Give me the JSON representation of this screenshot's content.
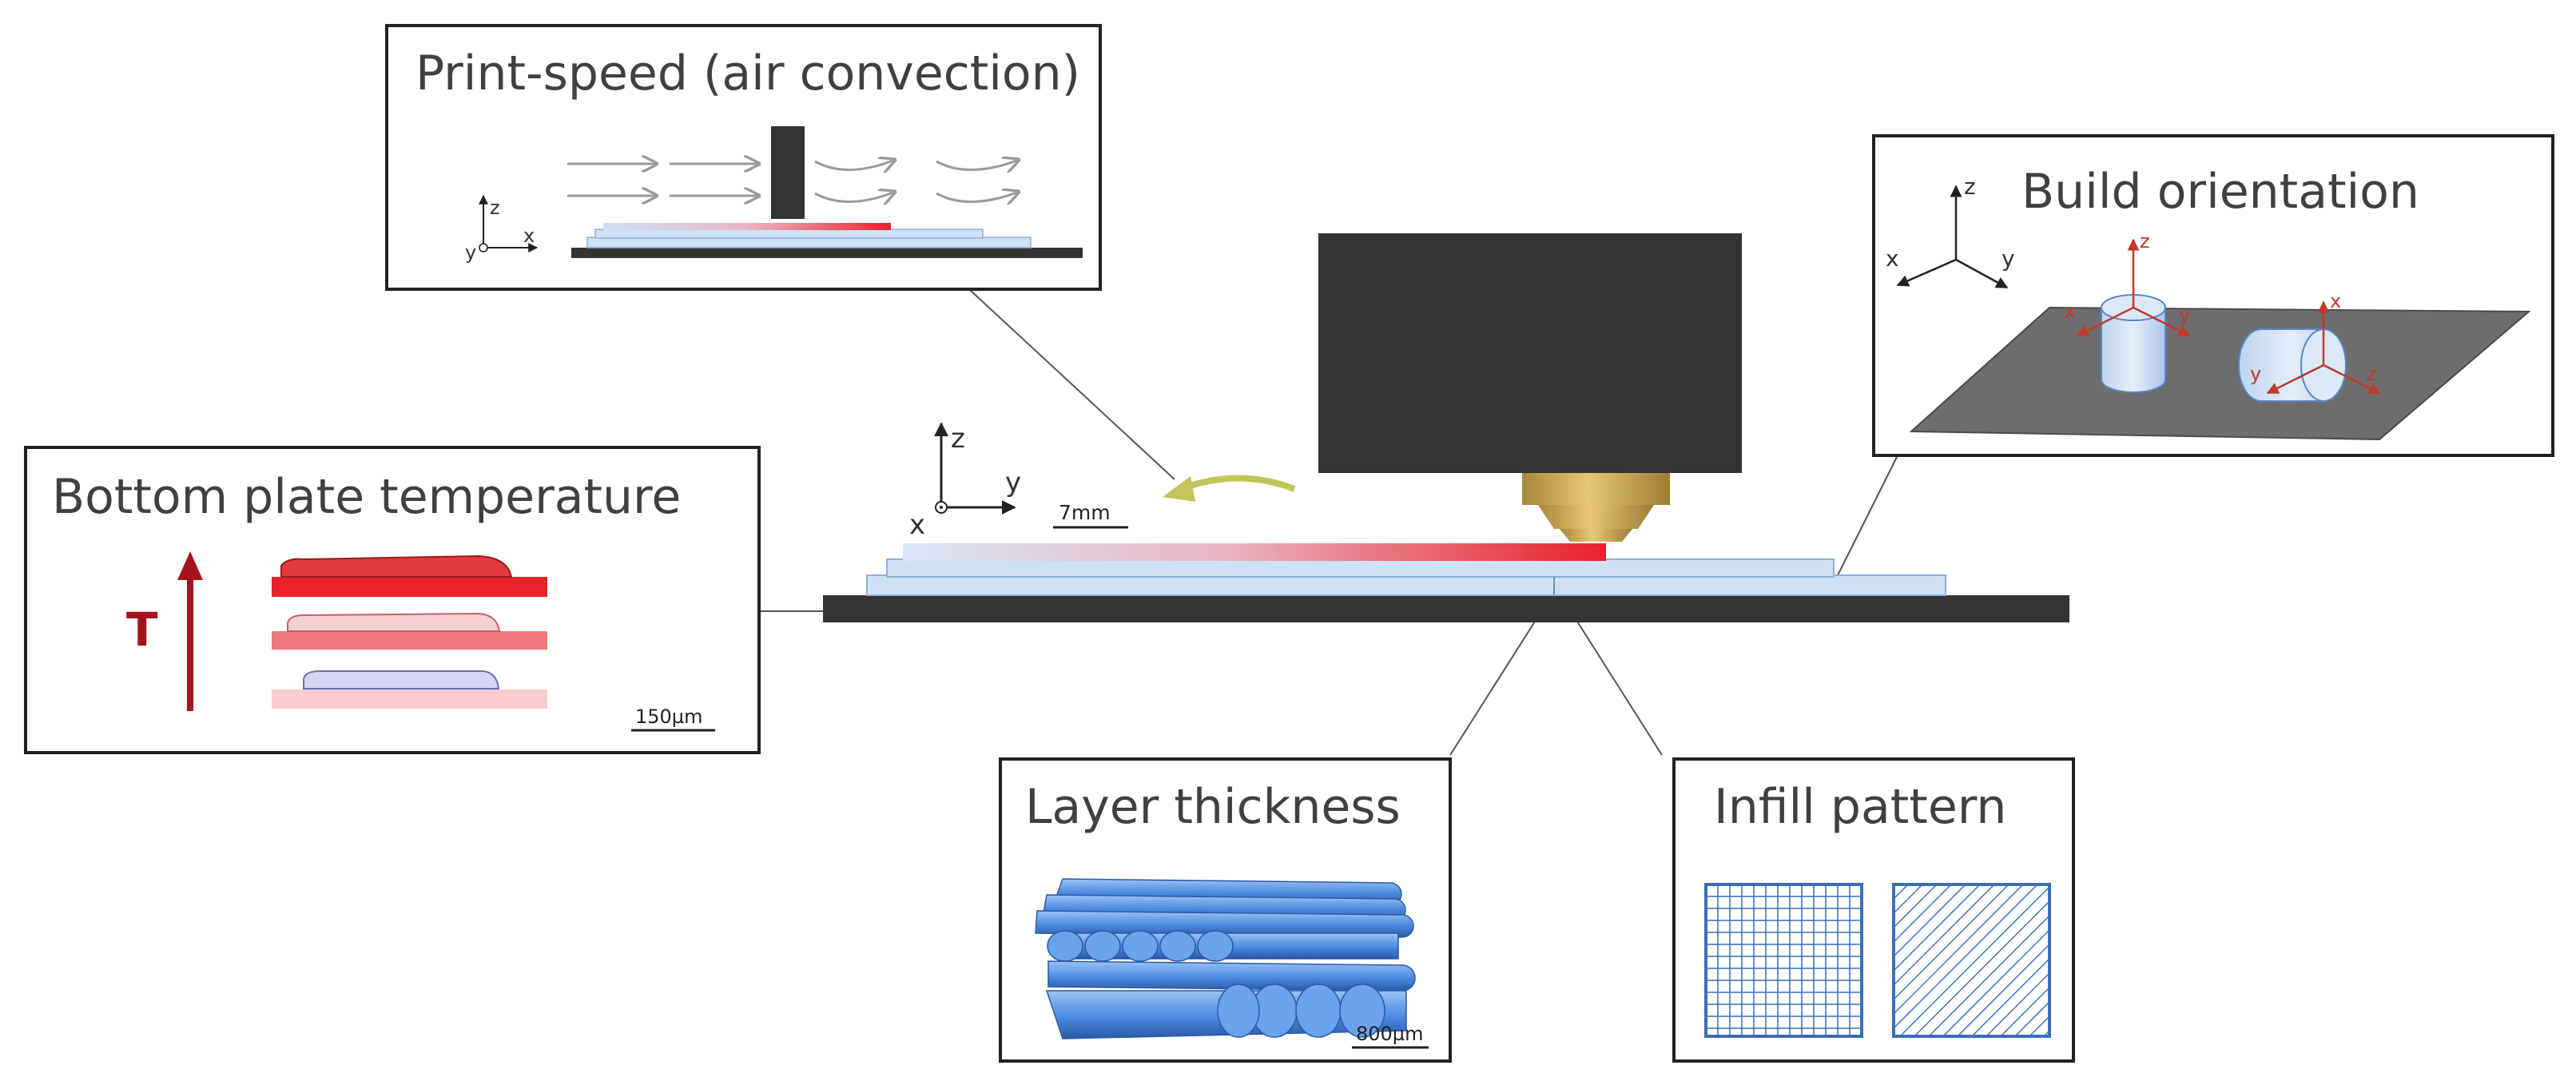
{
  "panels": {
    "print_speed": {
      "title": "Print-speed (air convection)"
    },
    "build_orientation": {
      "title": "Build orientation"
    },
    "bottom_plate": {
      "title": "Bottom plate temperature",
      "symbol": "T",
      "scale_label": "150µm"
    },
    "layer_thickness": {
      "title": "Layer thickness",
      "scale_label": "800µm"
    },
    "infill": {
      "title": "Infill pattern"
    }
  },
  "central": {
    "scale_label": "7mm"
  },
  "axes": {
    "x": "x",
    "y": "y",
    "z": "z"
  },
  "colors": {
    "dark": "#333333",
    "light_blue": "#cfe1f5",
    "red": "#e8212a",
    "deep_red": "#a5121c",
    "nozzle": "#c9a84f",
    "arrow_green": "#c3c45a",
    "infill_blue": "#3a6fb8",
    "orientation_axis": "#c0392b"
  }
}
